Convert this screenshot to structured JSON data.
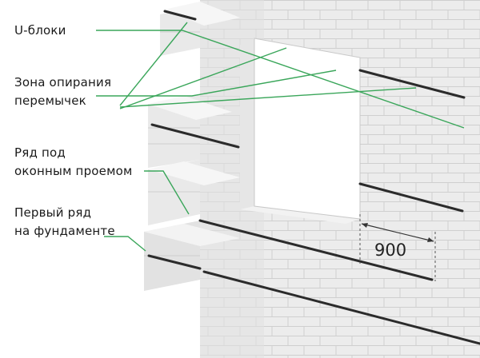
{
  "labels": {
    "u_blocks": "U-блоки",
    "support_zone_line1": "Зона опирания",
    "support_zone_line2": "перемычек",
    "under_window_line1": "Ряд под",
    "under_window_line2": "оконным проемом",
    "first_row_line1": "Первый ряд",
    "first_row_line2": "на фундаменте"
  },
  "dimension": "900",
  "colors": {
    "block_face": "#ececec",
    "block_top": "#f6f6f6",
    "block_side": "#d9d9d9",
    "mortar": "#c8c8c8",
    "rebar": "#2b2b2b",
    "leader": "#3aa65a",
    "pipe_red": "#d8342c",
    "pipe_blue": "#2f6fd0"
  }
}
